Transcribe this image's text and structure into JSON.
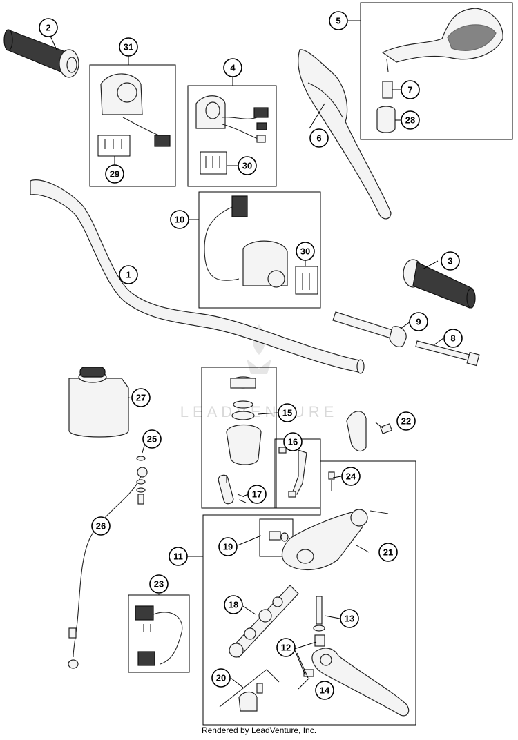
{
  "watermark": "LEADVENTURE",
  "footer": "Rendered by LeadVenture, Inc.",
  "callouts": [
    {
      "id": "1",
      "label": "1"
    },
    {
      "id": "2",
      "label": "2"
    },
    {
      "id": "3",
      "label": "3"
    },
    {
      "id": "4",
      "label": "4"
    },
    {
      "id": "5",
      "label": "5"
    },
    {
      "id": "6",
      "label": "6"
    },
    {
      "id": "7",
      "label": "7"
    },
    {
      "id": "8",
      "label": "8"
    },
    {
      "id": "9",
      "label": "9"
    },
    {
      "id": "10",
      "label": "10"
    },
    {
      "id": "11",
      "label": "11"
    },
    {
      "id": "12",
      "label": "12"
    },
    {
      "id": "13",
      "label": "13"
    },
    {
      "id": "14",
      "label": "14"
    },
    {
      "id": "15",
      "label": "15"
    },
    {
      "id": "16",
      "label": "16"
    },
    {
      "id": "17",
      "label": "17"
    },
    {
      "id": "18",
      "label": "18"
    },
    {
      "id": "19",
      "label": "19"
    },
    {
      "id": "20",
      "label": "20"
    },
    {
      "id": "21",
      "label": "21"
    },
    {
      "id": "22",
      "label": "22"
    },
    {
      "id": "23",
      "label": "23"
    },
    {
      "id": "24",
      "label": "24"
    },
    {
      "id": "25",
      "label": "25"
    },
    {
      "id": "26",
      "label": "26"
    },
    {
      "id": "27",
      "label": "27"
    },
    {
      "id": "28",
      "label": "28"
    },
    {
      "id": "29",
      "label": "29"
    },
    {
      "id": "30a",
      "label": "30"
    },
    {
      "id": "30b",
      "label": "30"
    },
    {
      "id": "31",
      "label": "31"
    }
  ]
}
